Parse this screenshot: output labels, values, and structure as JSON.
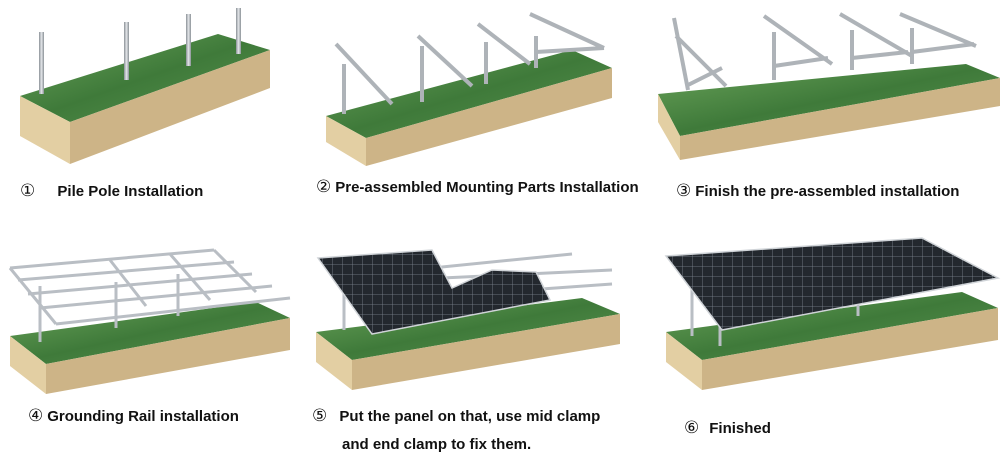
{
  "steps": [
    {
      "number": "①",
      "text": "Pile Pole Installation"
    },
    {
      "number": "②",
      "text": "Pre-assembled Mounting Parts Installation"
    },
    {
      "number": "③",
      "text": "Finish the pre-assembled installation"
    },
    {
      "number": "④",
      "text": "Grounding Rail installation"
    },
    {
      "number": "⑤",
      "text": "Put the panel on that, use mid clamp",
      "text_line2": "and end clamp to fix them."
    },
    {
      "number": "⑥",
      "text": "Finished"
    }
  ],
  "colors": {
    "grass_top": "#3f7a3a",
    "grass_light": "#6aa35a",
    "soil_front": "#e3cfa3",
    "soil_side": "#cdb487",
    "steel": "#b9bec4",
    "steel_dark": "#7d8288",
    "panel": "#2a2f36",
    "panel_grid": "#9aa2ab"
  }
}
